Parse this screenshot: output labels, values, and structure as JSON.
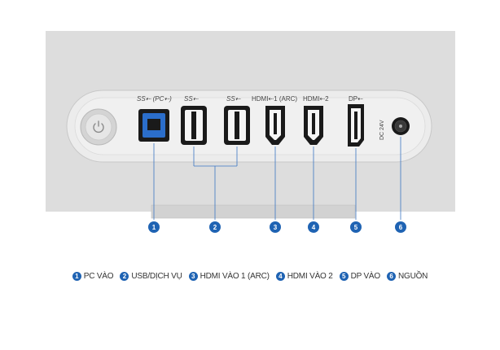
{
  "colors": {
    "panel_bg": "#dddddd",
    "bracket": "#e8e8e8",
    "bracket_border": "#cfcfcf",
    "port_black": "#1a1a1a",
    "usb_b_blue": "#2b6ecb",
    "callout_blue": "#1f63b3",
    "line_blue": "#3b76c3",
    "label_text": "#333333"
  },
  "ports": [
    {
      "id": 1,
      "name": "usb-b-pc",
      "label": "SS⇠ (PC⇠)"
    },
    {
      "id": 2,
      "name": "usb-a-1",
      "label": "SS⇠"
    },
    {
      "id": 2,
      "name": "usb-a-2",
      "label": "SS⇠"
    },
    {
      "id": 3,
      "name": "hdmi-1",
      "label": "HDMI⇠1 (ARC)"
    },
    {
      "id": 4,
      "name": "hdmi-2",
      "label": "HDMI⇠2"
    },
    {
      "id": 5,
      "name": "dp",
      "label": "DP⇠"
    },
    {
      "id": 6,
      "name": "dc-power",
      "label": "DC 24V"
    }
  ],
  "callouts": [
    "1",
    "2",
    "3",
    "4",
    "5",
    "6"
  ],
  "legend": [
    {
      "num": "1",
      "label": "PC VÀO"
    },
    {
      "num": "2",
      "label": "USB/DỊCH VỤ"
    },
    {
      "num": "3",
      "label": "HDMI VÀO 1 (ARC)"
    },
    {
      "num": "4",
      "label": "HDMI VÀO 2"
    },
    {
      "num": "5",
      "label": "DP VÀO"
    },
    {
      "num": "6",
      "label": "NGUỒN"
    }
  ]
}
